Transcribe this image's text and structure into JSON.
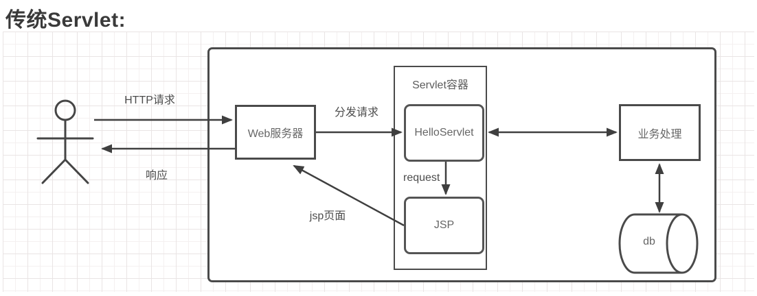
{
  "title": "传统Servlet:",
  "diagram": {
    "nodes": {
      "web_server": "Web服务器",
      "servlet_container": "Servlet容器",
      "hello_servlet": "HelloServlet",
      "jsp": "JSP",
      "business": "业务处理",
      "db": "db"
    },
    "labels": {
      "http_request": "HTTP请求",
      "response": "响应",
      "dispatch_request": "分发请求",
      "request": "request",
      "jsp_page": "jsp页面"
    },
    "colors": {
      "box_stroke": "#4a4a4a",
      "arrow_stroke": "#3f3f3f",
      "node_text": "#666666",
      "label_text": "#4c4c4c",
      "title_text": "#3a3a3a",
      "grid_minor": "#f4f0f0",
      "grid_major": "#e9e4e4",
      "background": "#ffffff"
    }
  }
}
